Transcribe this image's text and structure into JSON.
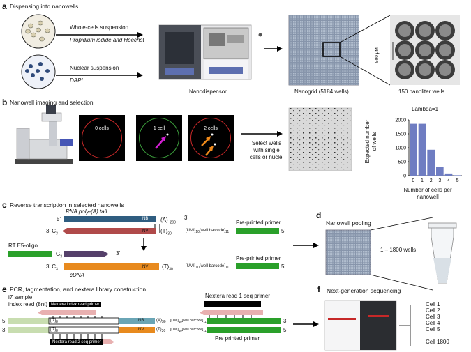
{
  "colors": {
    "rna_blue": "#2f5d80",
    "rna_red": "#b04a4a",
    "primer_green": "#2aa02a",
    "oligo_purple": "#55406a",
    "cdna_orange": "#e88a1e",
    "nextera_pink": "#e8b0b0",
    "index_lightgreen": "#c8ddb0",
    "teal": "#6aa5b5",
    "bar_blue": "#6f7dc2"
  },
  "panel_a": {
    "letter": "a",
    "title": "Dispensing into nanowells",
    "whole_cells_label": "Whole-cells suspension",
    "whole_cells_stain": "Propidium iodide and Hoechst",
    "nuclear_label": "Nuclear suspension",
    "nuclear_stain": "DAPI",
    "nanodispensor_label": "Nanodispensor",
    "nanogrid_label": "Nanogrid (5184 wells)",
    "wells_label": "150 nanoliter wells",
    "scale_label": "500 μM"
  },
  "panel_b": {
    "letter": "b",
    "title": "Nanowell imaging and selection",
    "micro_labels": [
      "0 cells",
      "1 cell",
      "2 cells"
    ],
    "select_text": [
      "Select wells",
      "with single",
      "cells or nuclei"
    ]
  },
  "chart_data": {
    "type": "bar",
    "title": "Lambda=1",
    "categories": [
      "0",
      "1",
      "2",
      "3",
      "4",
      "5"
    ],
    "values": [
      1860,
      1860,
      930,
      310,
      78,
      16
    ],
    "xlabel": "Number of cells per nanowell",
    "ylabel": "Expected number of wells",
    "ylim": [
      0,
      2000
    ],
    "yticks": [
      "0",
      "500",
      "1000",
      "1500",
      "2000"
    ],
    "bar_color": "#6f7dc2"
  },
  "chart_text": {
    "ylabel_lines": [
      "Expected number",
      "of wells"
    ],
    "xlabel_lines": [
      "Number of cells per",
      "nanowell"
    ]
  },
  "panel_c": {
    "letter": "c",
    "title": "Reverse transcription in selected nanowells",
    "rna_label": "RNA poly-(A) tail",
    "five_prime": "5'",
    "three_prime": "3'",
    "three_c": "3' C",
    "c_sub": "3",
    "nb": "NB",
    "nv": "NV",
    "polyA": "(A)",
    "polyA_sub": "~200",
    "polyT": "(T)",
    "polyT_sub": "30",
    "umi": "[UMI]",
    "umi_sub": "10",
    "well_barcode": "[well barcode]",
    "wb_sub": "11",
    "preprinted": "Pre-printed primer",
    "rt_oligo": "RT E5-oligo",
    "g3": "G",
    "g3_sub": "3",
    "cdna": "cDNA"
  },
  "panel_d": {
    "letter": "d",
    "title": "Nanowell pooling",
    "wells_count": "1 – 1800 wells"
  },
  "panel_e": {
    "letter": "e",
    "title": "PCR, tagmentation, and nextera library construction",
    "i7_sample": "i7 sample",
    "index_read": "index read (8nt)",
    "nextera_index_primer": "Nextera index read primer",
    "nextera_read1": "Nextera read 1 seq primer",
    "nextera_read2": "Nextera read 2 seq primer",
    "i7": "[i7]",
    "i7_sub": "8",
    "nb": "NB",
    "nv": "NV",
    "polyA": "(A)",
    "polyT": "(T)",
    "n30": "30",
    "umi": "[UMI]",
    "umi_sub": "10",
    "well_barcode": "[well barcode]",
    "wb_sub": "11",
    "pre_printed": "Pre printed primer",
    "five_prime": "5'",
    "three_prime": "3'"
  },
  "panel_f": {
    "letter": "f",
    "title": "Next-generation sequencing",
    "cells": [
      "Cell 1",
      "Cell 2",
      "Cell 3",
      "Cell 4",
      "Cell 5",
      "...",
      "Cell 1800"
    ]
  }
}
